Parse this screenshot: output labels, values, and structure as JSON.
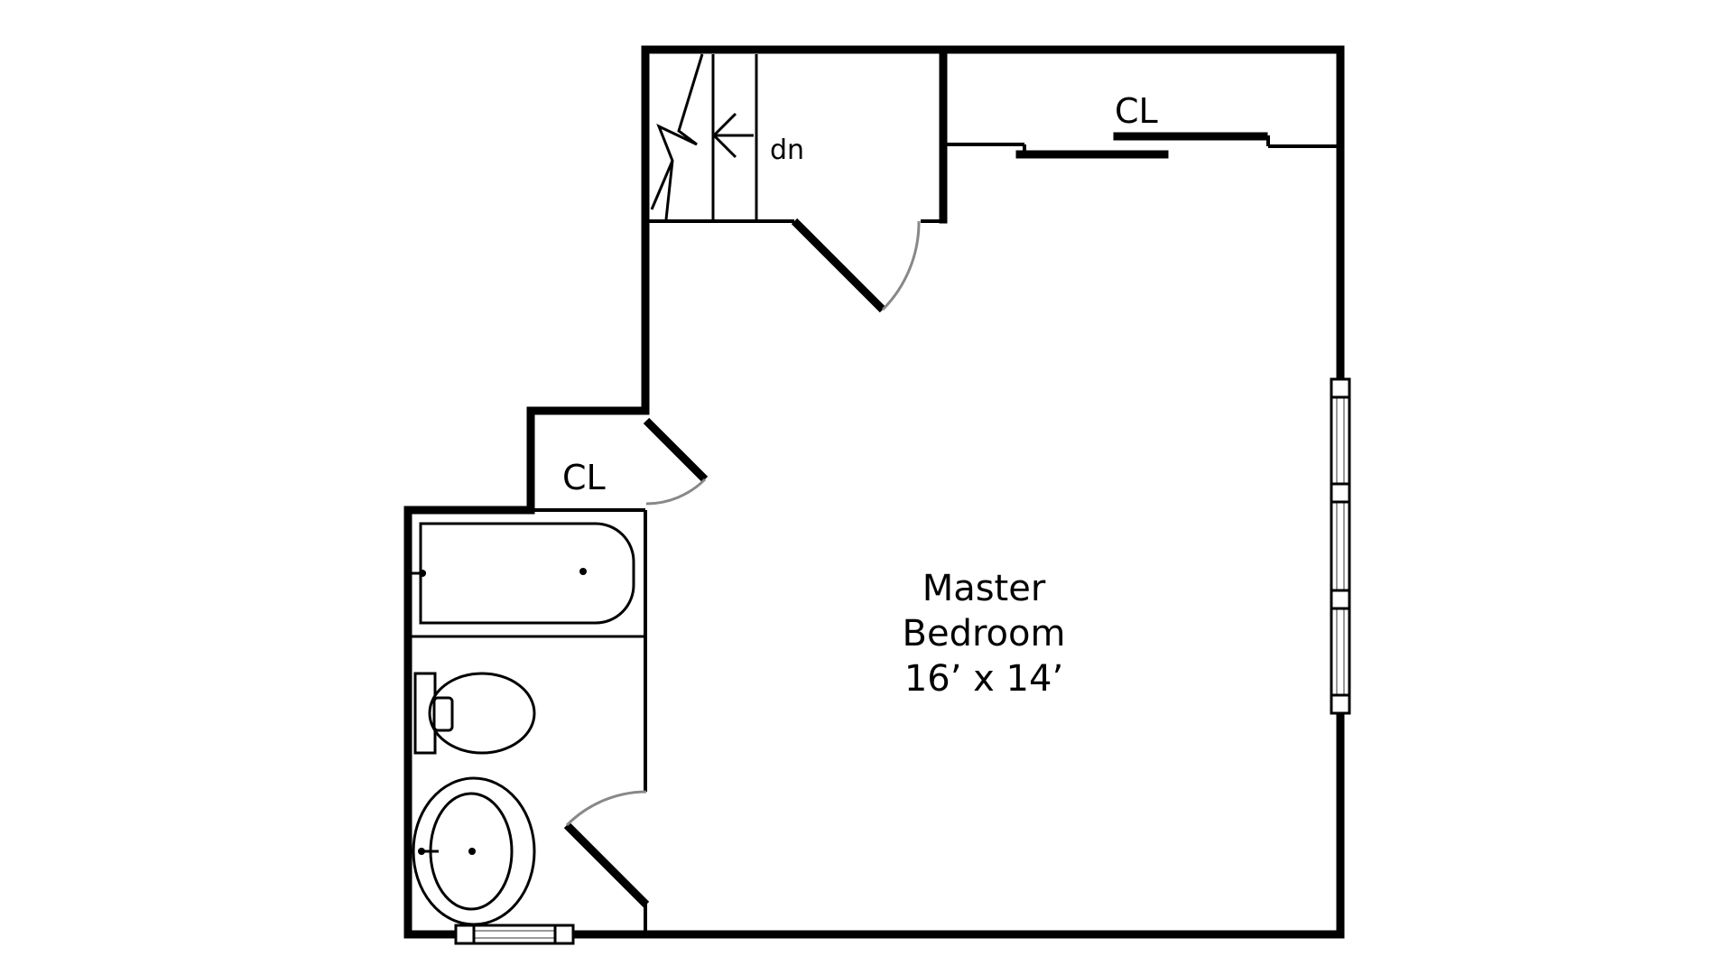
{
  "rooms": {
    "master": {
      "name_line1": "Master",
      "name_line2": "Bedroom",
      "dimensions": "16’ x 14’"
    },
    "closet_top": {
      "label": "CL"
    },
    "closet_small": {
      "label": "CL"
    }
  },
  "stairs": {
    "direction_label": "dn"
  }
}
